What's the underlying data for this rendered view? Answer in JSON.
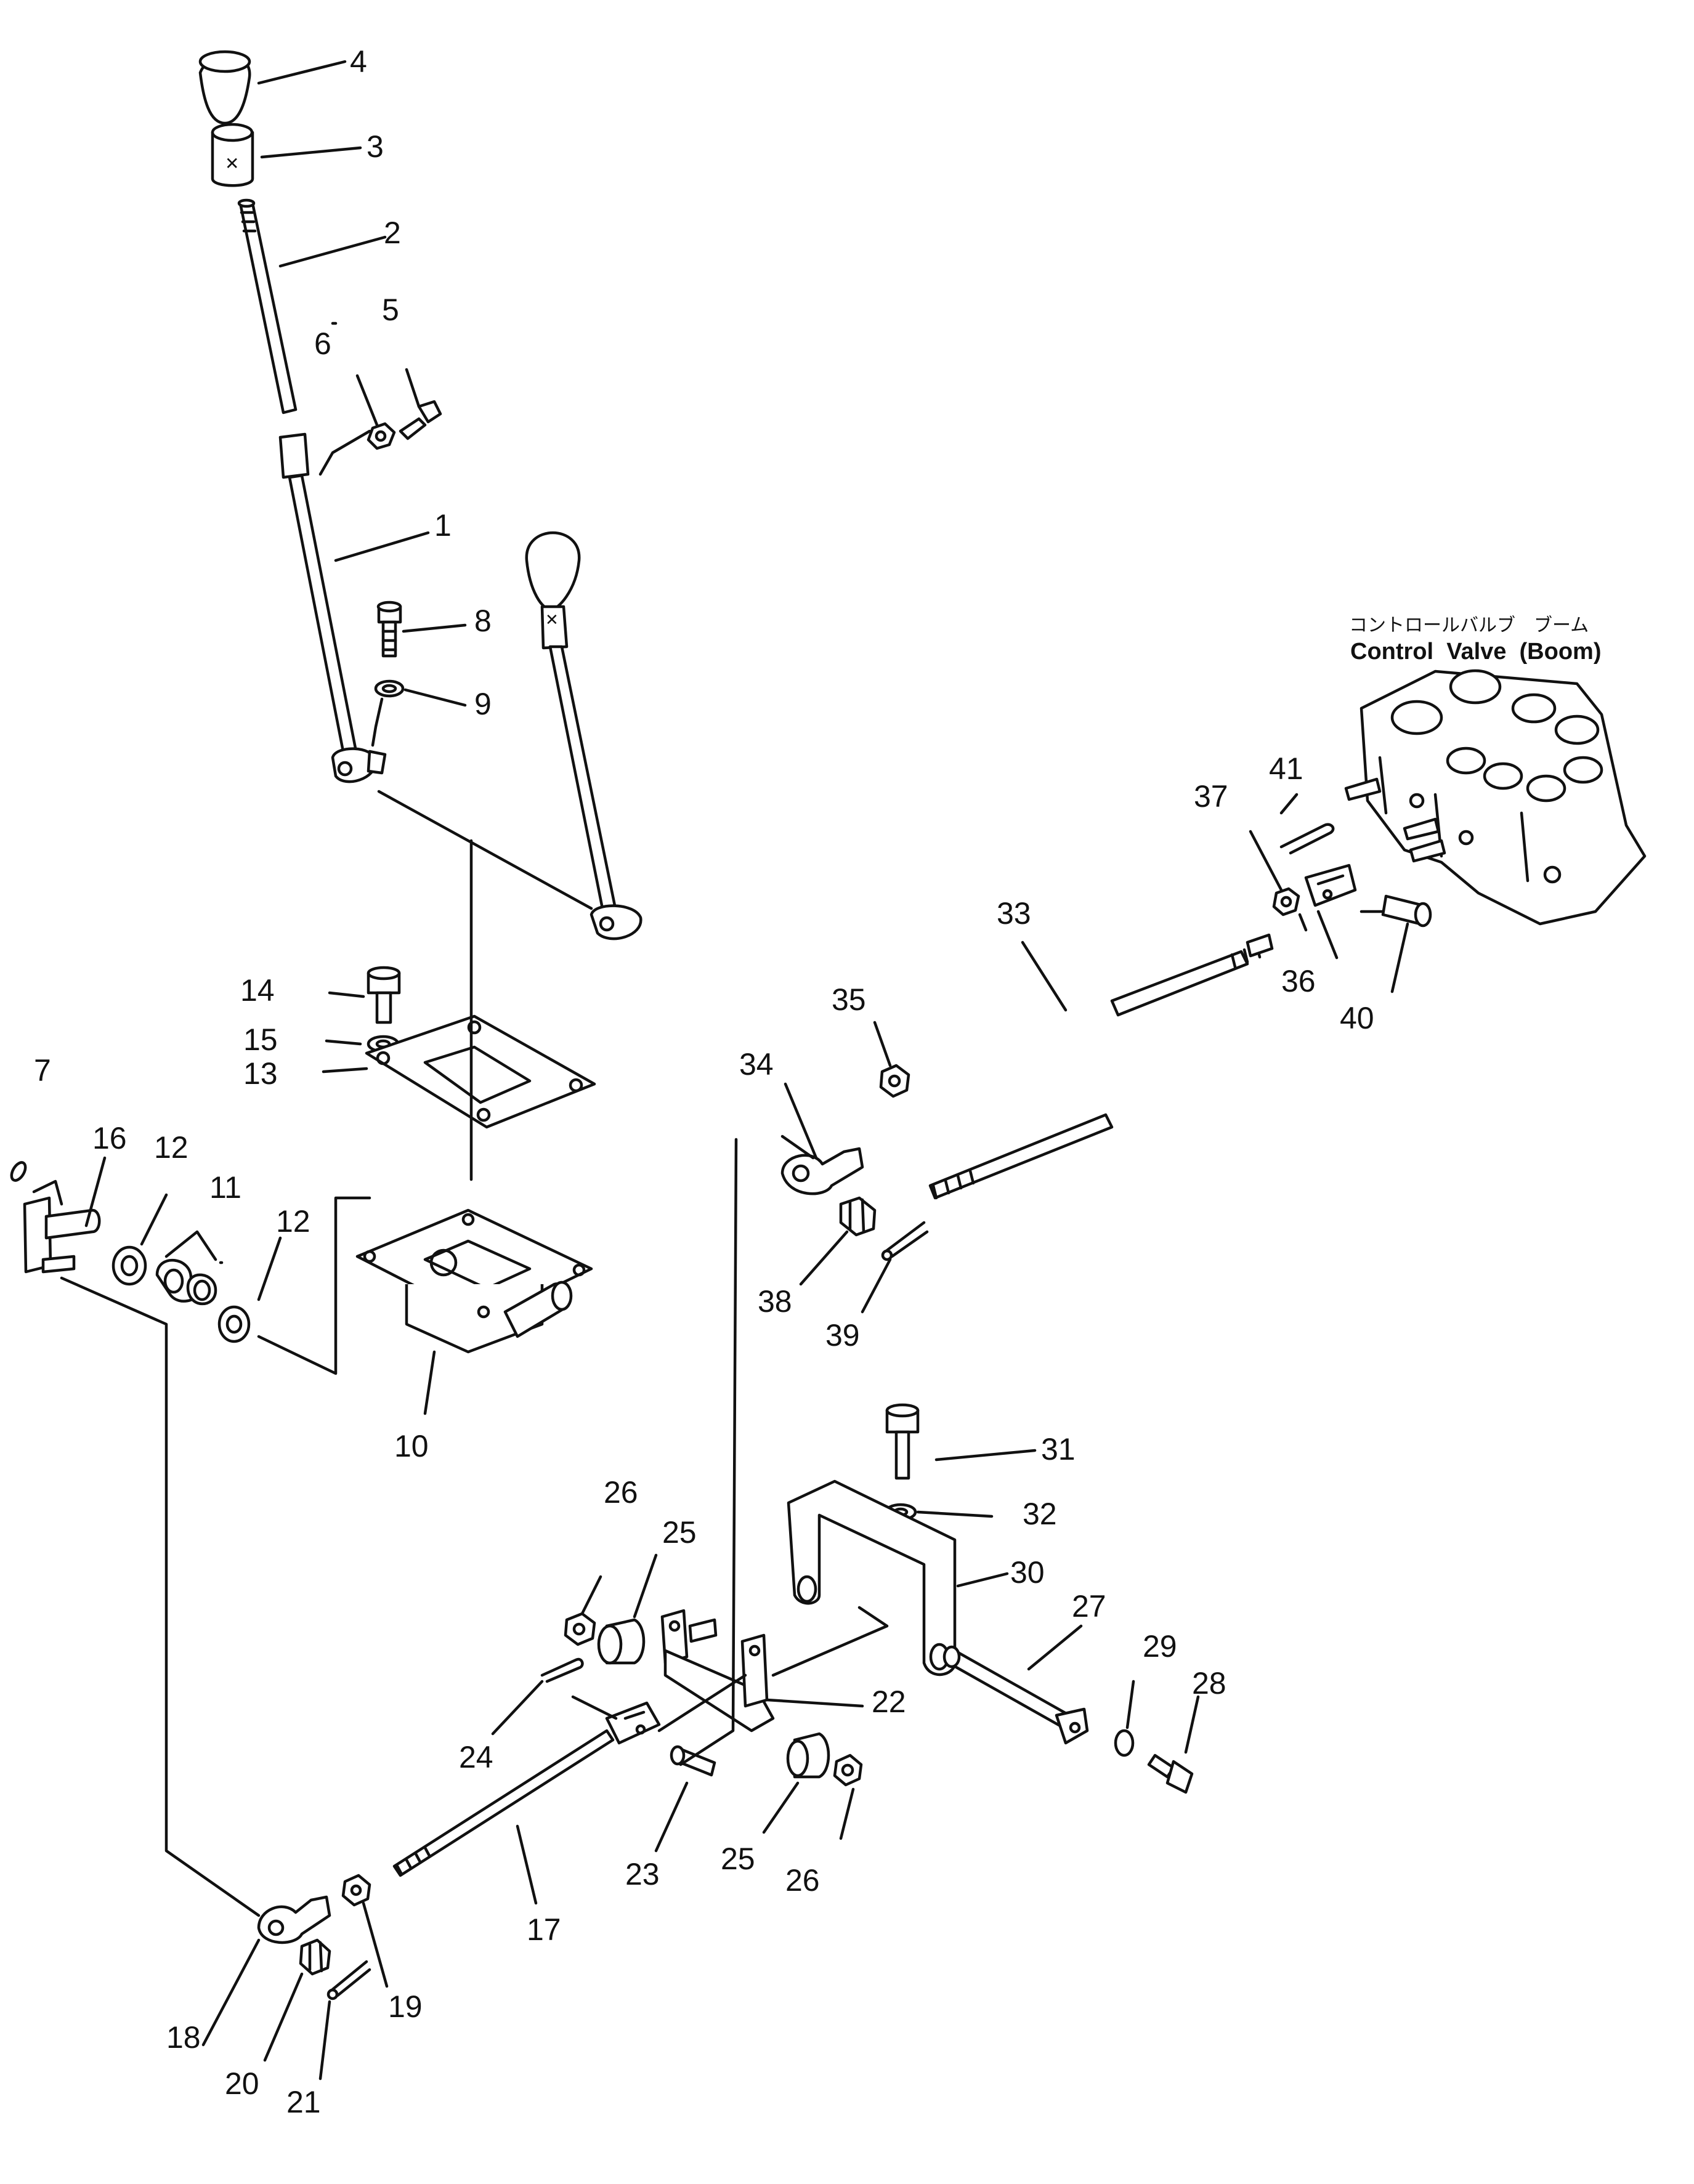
{
  "caption": {
    "japanese": "コントロールバルブ　ブーム",
    "english": "Control  Valve  (Boom)"
  },
  "callouts": [
    {
      "id": "c4",
      "text": "4"
    },
    {
      "id": "c3",
      "text": "3"
    },
    {
      "id": "c2",
      "text": "2"
    },
    {
      "id": "c6",
      "text": "6"
    },
    {
      "id": "c5",
      "text": "5"
    },
    {
      "id": "c1",
      "text": "1"
    },
    {
      "id": "c8",
      "text": "8"
    },
    {
      "id": "c9",
      "text": "9"
    },
    {
      "id": "c14",
      "text": "14"
    },
    {
      "id": "c15",
      "text": "15"
    },
    {
      "id": "c13",
      "text": "13"
    },
    {
      "id": "c7",
      "text": "7"
    },
    {
      "id": "c16",
      "text": "16"
    },
    {
      "id": "c12a",
      "text": "12"
    },
    {
      "id": "c11",
      "text": "11"
    },
    {
      "id": "c12b",
      "text": "12"
    },
    {
      "id": "c10",
      "text": "10"
    },
    {
      "id": "c41",
      "text": "41"
    },
    {
      "id": "c37",
      "text": "37"
    },
    {
      "id": "c33",
      "text": "33"
    },
    {
      "id": "c36",
      "text": "36"
    },
    {
      "id": "c40",
      "text": "40"
    },
    {
      "id": "c35",
      "text": "35"
    },
    {
      "id": "c34",
      "text": "34"
    },
    {
      "id": "c38",
      "text": "38"
    },
    {
      "id": "c39",
      "text": "39"
    },
    {
      "id": "c31",
      "text": "31"
    },
    {
      "id": "c32",
      "text": "32"
    },
    {
      "id": "c30",
      "text": "30"
    },
    {
      "id": "c26a",
      "text": "26"
    },
    {
      "id": "c25a",
      "text": "25"
    },
    {
      "id": "c27",
      "text": "27"
    },
    {
      "id": "c29",
      "text": "29"
    },
    {
      "id": "c28",
      "text": "28"
    },
    {
      "id": "c22",
      "text": "22"
    },
    {
      "id": "c24",
      "text": "24"
    },
    {
      "id": "c23",
      "text": "23"
    },
    {
      "id": "c25b",
      "text": "25"
    },
    {
      "id": "c26b",
      "text": "26"
    },
    {
      "id": "c17",
      "text": "17"
    },
    {
      "id": "c19",
      "text": "19"
    },
    {
      "id": "c18",
      "text": "18"
    },
    {
      "id": "c20",
      "text": "20"
    },
    {
      "id": "c21",
      "text": "21"
    }
  ]
}
